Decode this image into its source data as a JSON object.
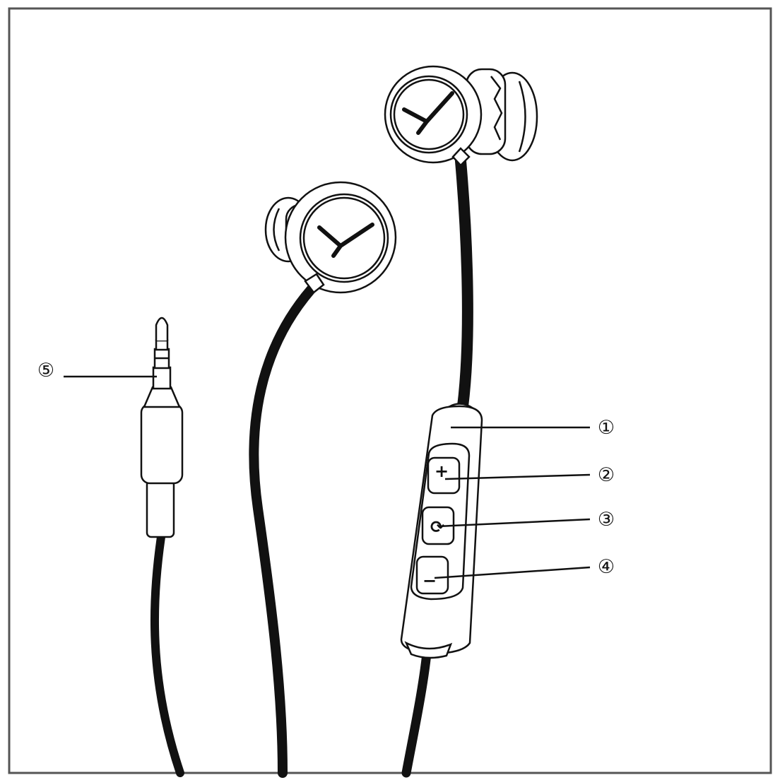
{
  "diagram": {
    "colors": {
      "stroke": "#111111",
      "cable": "#111111",
      "background": "#ffffff",
      "frame": "#555555"
    },
    "callouts": [
      {
        "id": "1",
        "label": "①",
        "part": "remote-control-body"
      },
      {
        "id": "2",
        "label": "②",
        "part": "volume-up-button"
      },
      {
        "id": "3",
        "label": "③",
        "part": "multifunction-button"
      },
      {
        "id": "4",
        "label": "④",
        "part": "volume-down-button"
      },
      {
        "id": "5",
        "label": "⑤",
        "part": "audio-jack-plug"
      }
    ],
    "button_symbols": {
      "volume_up": "+",
      "multifunction": "⟳",
      "volume_down": "−"
    }
  }
}
